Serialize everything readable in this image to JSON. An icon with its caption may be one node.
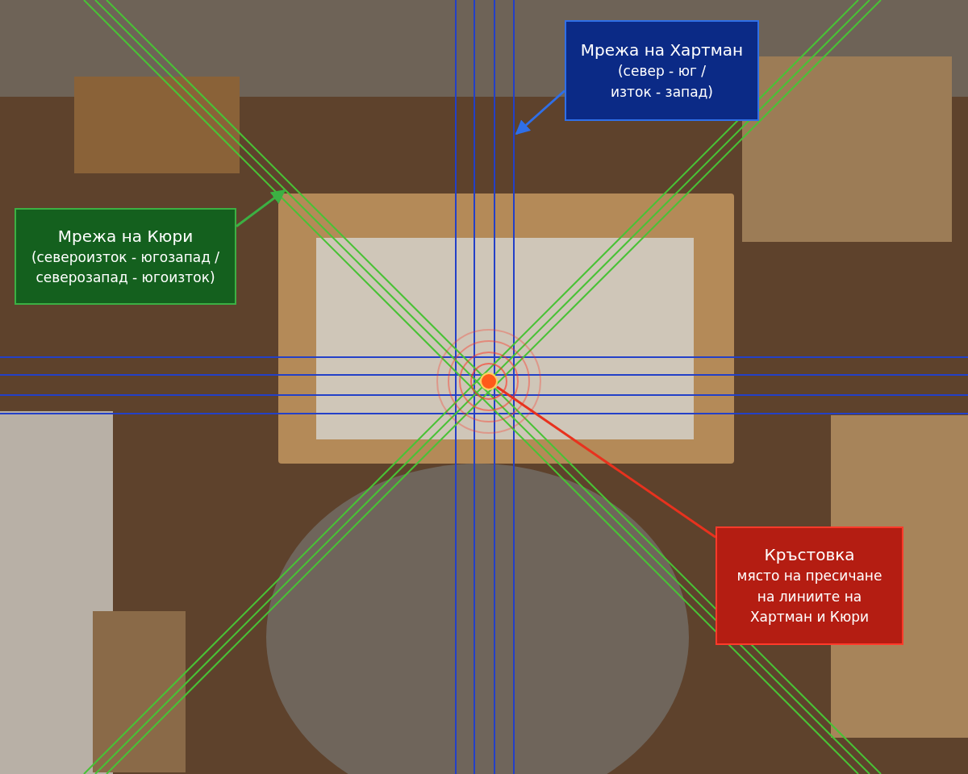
{
  "diagram": {
    "nodes": [
      {
        "text": [
          "Мрежа на Хартман",
          "(север - юг / изток - запад)"
        ]
      },
      {
        "text": [
          "Мрежа на Кюри",
          "(североизток - югозапад / северозапад - югоизток)"
        ]
      },
      {
        "text": [
          "Кръстовка",
          "място на пресичане на линиите на Хартман и Кюри"
        ]
      },
      {
        "text": [],
        "shape": "circle"
      }
    ],
    "edges": [
      {
        "from": 0,
        "to": null,
        "arrow": "to",
        "color": "#2f6fe8"
      },
      {
        "from": 1,
        "to": null,
        "arrow": "to",
        "color": "#3cb043"
      },
      {
        "from": 2,
        "to": 3,
        "arrow": "none",
        "color": "#e8321e"
      }
    ]
  }
}
